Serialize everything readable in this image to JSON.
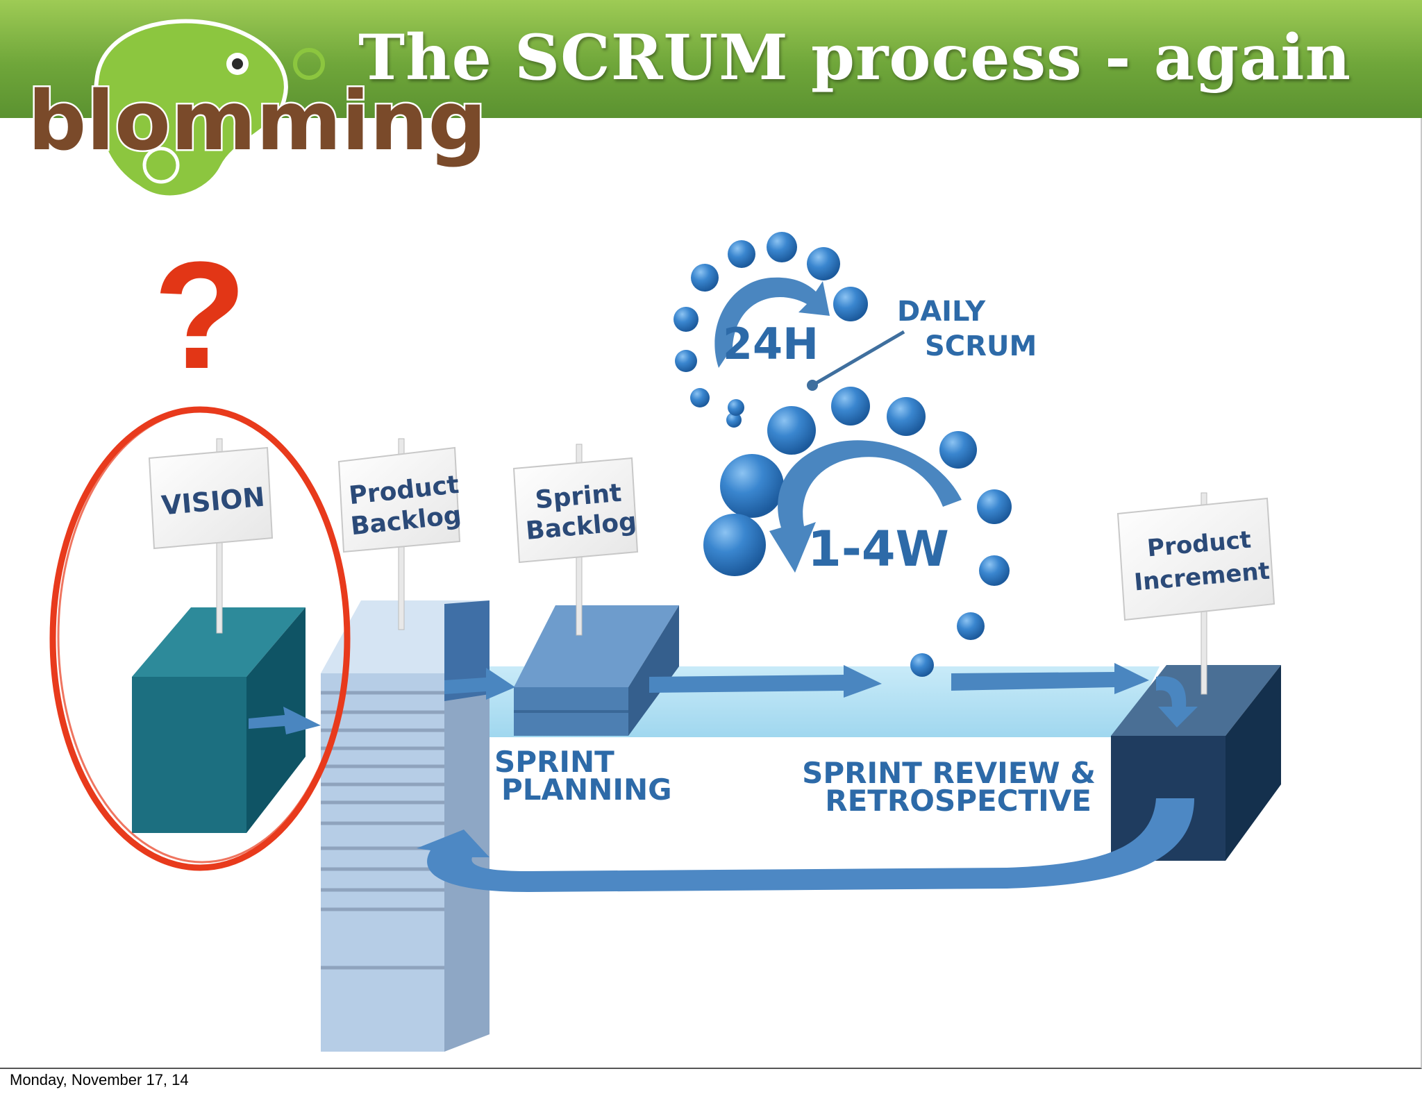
{
  "slide": {
    "title": "The SCRUM process - again",
    "logo_text": "blomming",
    "question_mark": "?"
  },
  "diagram": {
    "signs": {
      "vision": "VISION",
      "product_backlog": [
        "Product",
        "Backlog"
      ],
      "sprint_backlog": [
        "Sprint",
        "Backlog"
      ],
      "product_increment": [
        "Product",
        "Increment"
      ]
    },
    "labels": {
      "daily_cycle": "24H",
      "daily_scrum": [
        "DAILY",
        "SCRUM"
      ],
      "sprint_cycle": "1-4W",
      "sprint_planning": [
        "SPRINT",
        "PLANNING"
      ],
      "sprint_review": [
        "SPRINT REVIEW &",
        "RETROSPECTIVE"
      ]
    },
    "colors": {
      "header_green": "#6fa63a",
      "vision_box": "#1c6f80",
      "backlog_stack": "#b6cde6",
      "sprint_backlog": "#4d7fb2",
      "increment_box": "#1f3c5f",
      "arrow_blue": "#4a86c0",
      "bubble_blue": "#2f78c2",
      "question_red": "#e23616",
      "circle_red": "#e83a1c"
    }
  },
  "footer": {
    "date": "Monday, November 17, 14"
  }
}
